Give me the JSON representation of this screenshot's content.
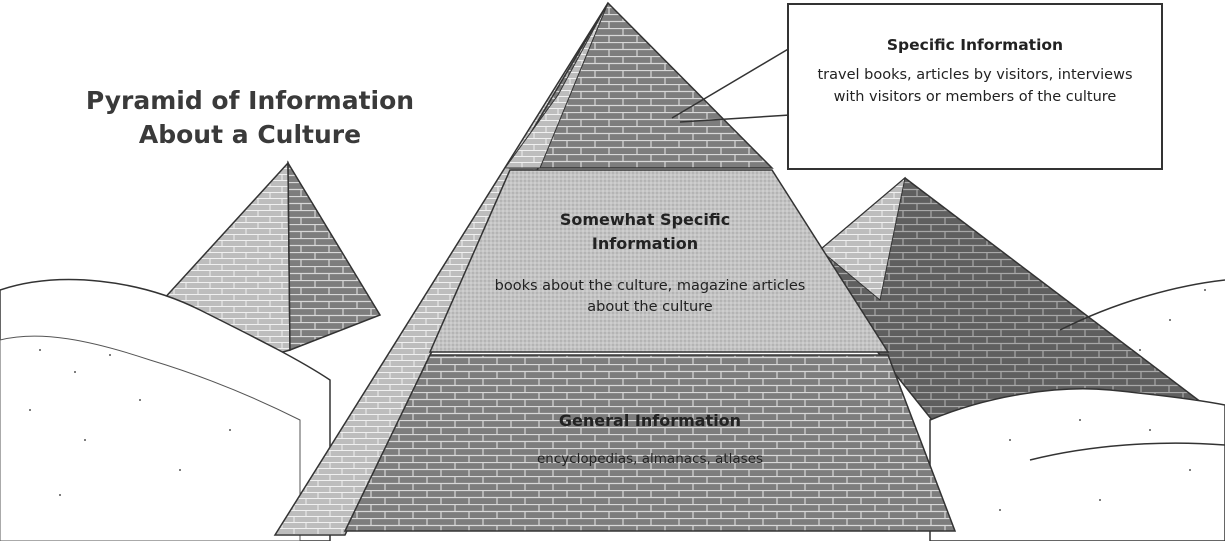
{
  "title": {
    "line1": "Pyramid of Information",
    "line2": "About a Culture"
  },
  "levels": {
    "specific": {
      "heading": "Specific Information",
      "description": "travel books, articles by visitors, interviews with visitors or members of the culture"
    },
    "somewhat_specific": {
      "heading": "Somewhat Specific Information",
      "description": "books about the culture, magazine articles about the culture"
    },
    "general": {
      "heading": "General Information",
      "description": "encyclopedias, almanacs, atlases"
    }
  },
  "colors": {
    "brick": "#7d7d7d",
    "brick_dark": "#5f5f5f",
    "mortar": "#d8d8d8",
    "middle_band": "#c2c2c2",
    "sand": "#ffffff",
    "outline": "#333333"
  }
}
